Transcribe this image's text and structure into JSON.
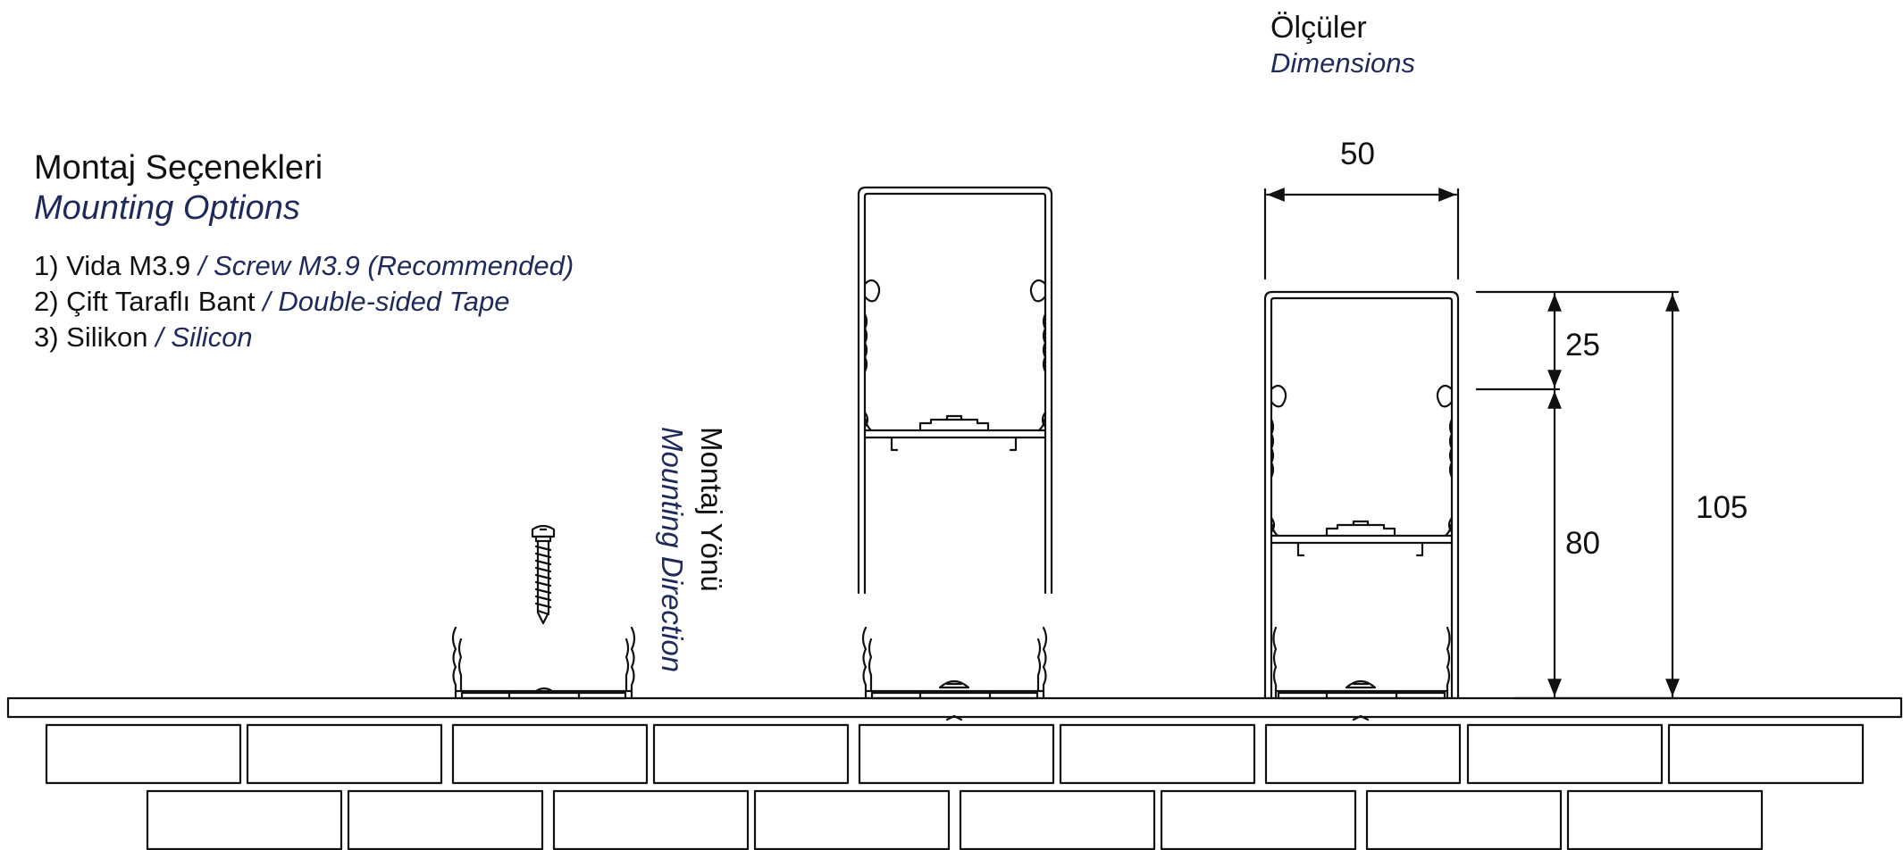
{
  "mounting": {
    "title_tr": "Montaj Seçenekleri",
    "title_en": "Mounting Options",
    "options": [
      {
        "tr": "1) Vida M3.9",
        "en": "/ Screw M3.9 (Recommended)"
      },
      {
        "tr": "2) Çift Taraflı Bant",
        "en": "/ Double-sided Tape"
      },
      {
        "tr": "3) Silikon",
        "en": "/ Silicon"
      }
    ]
  },
  "direction": {
    "tr": "Montaj Yönü",
    "en": "Mounting Direction"
  },
  "dimensions": {
    "title_tr": "Ölçüler",
    "title_en": "Dimensions",
    "width": "50",
    "top_height": "25",
    "body_height": "80",
    "total_height": "105"
  },
  "colors": {
    "line": "#111111",
    "accent": "#1f2a5c"
  }
}
